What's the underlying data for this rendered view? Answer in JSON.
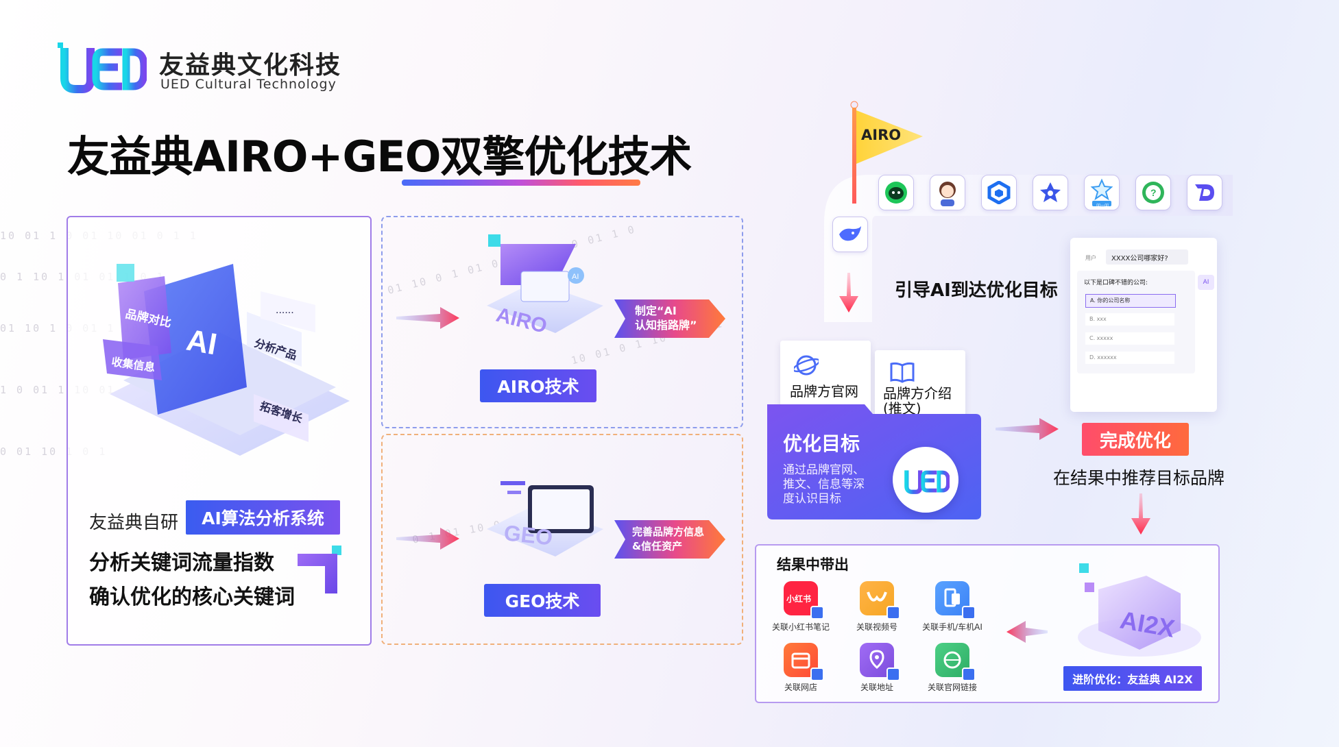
{
  "brand": {
    "name_cn": "友益典文化科技",
    "name_en": "UED Cultural Technology",
    "logo_text": "UED"
  },
  "page_title": "友益典AIRO+GEO双擎优化技术",
  "left_panel": {
    "illustration_labels": [
      "品牌对比",
      "AI",
      "分析产品",
      "收集信息",
      "拓客增长",
      "......"
    ],
    "caption_prefix": "友益典自研",
    "badge": "AI算法分析系统",
    "lines": [
      "分析关键词流量指数",
      "确认优化的核心关键词"
    ]
  },
  "airo": {
    "illustration_text": "AIRO",
    "small_tag": "AI",
    "button": "AIRO技术",
    "arrow_text": [
      "制定“AI",
      "认知指路牌”"
    ]
  },
  "geo": {
    "illustration_text": "GEO",
    "button": "GEO技术",
    "arrow_text": [
      "完善品牌方信息",
      "&信任资产"
    ]
  },
  "flow": {
    "flag": "AIRO",
    "guide_text": "引导AI到达优化目标",
    "docs": [
      {
        "label": "品牌方官网",
        "icon": "globe-icon"
      },
      {
        "label": [
          "品牌方介绍",
          "(推文)"
        ],
        "icon": "book-icon"
      }
    ],
    "folder": {
      "title": "优化目标",
      "desc": [
        "通过品牌官网、",
        "推文、信息等深",
        "度认识目标"
      ],
      "badge_logo": "UED"
    },
    "chat": {
      "user_label": "用户",
      "question": "XXXX公司哪家好?",
      "ai_label": "AI",
      "answer_title": "以下是口碑不错的公司:",
      "options": [
        "A. 你的公司名称",
        "B. xxx",
        "C. xxxxx",
        "D. xxxxxx"
      ]
    },
    "done_button": "完成优化",
    "done_text": "在结果中推荐目标品牌",
    "app_icons": [
      "deepseek-icon",
      "wechat-bot-icon",
      "avatar-icon",
      "cube-logo-icon",
      "star-logo-icon",
      "wenyiwen-icon",
      "chat-bubble-icon",
      "d-logo-icon"
    ],
    "wenyiwen_label": "问一问"
  },
  "results": {
    "title": "结果中带出",
    "items": [
      {
        "label": "关联小红书笔记",
        "icon_text": "小红书",
        "color": "#ff2442"
      },
      {
        "label": "关联视频号",
        "icon_text": "",
        "color": "#f6a623"
      },
      {
        "label": "关联手机/车机AI",
        "icon_text": "",
        "color": "#3b82f6"
      },
      {
        "label": "关联网店",
        "icon_text": "",
        "color": "#ff5a36"
      },
      {
        "label": "关联地址",
        "icon_text": "",
        "color": "#7c4ddc"
      },
      {
        "label": "关联官网链接",
        "icon_text": "",
        "color": "#2fae66"
      }
    ],
    "ai2x_text": "AI2X",
    "advanced_button": "进阶优化：友益典 AI2X"
  },
  "colors": {
    "accent_blue": "#3d57f0",
    "accent_purple": "#7a52ee",
    "accent_red": "#ff4d6b",
    "accent_orange": "#ff7a45"
  }
}
